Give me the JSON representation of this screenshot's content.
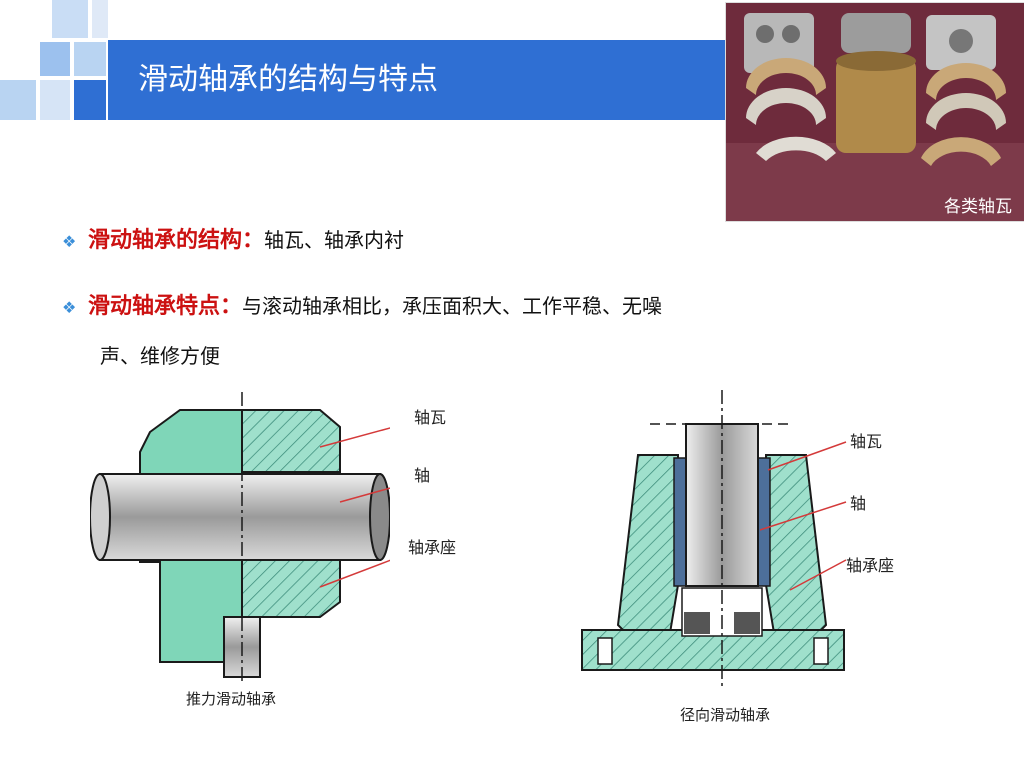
{
  "slide": {
    "title": "滑动轴承的结构与特点"
  },
  "photo": {
    "caption": "各类轴瓦"
  },
  "bullets": [
    {
      "label": "滑动轴承的结构：",
      "body": "轴瓦、轴承内衬",
      "continuation": ""
    },
    {
      "label": "滑动轴承特点：",
      "body": "与滚动轴承相比，承压面积大、工作平稳、无噪",
      "continuation": "声、维修方便"
    }
  ],
  "diagram_left": {
    "labels": {
      "bearing_shell": "轴瓦",
      "shaft": "轴",
      "housing": "轴承座"
    },
    "caption": "推力滑动轴承"
  },
  "diagram_right": {
    "labels": {
      "bearing_shell": "轴瓦",
      "shaft": "轴",
      "housing": "轴承座"
    },
    "caption": "径向滑动轴承"
  },
  "colors": {
    "title_bar": "#2f6fd3",
    "deco_light": "#b9d4f2",
    "deco_mid": "#8fb8ea",
    "bullet_label": "#cc1111",
    "bullet_mark": "#3b8fd9",
    "housing_fill": "#7fd6b8",
    "shaft_fill": "#bdbdbd"
  },
  "icons": {
    "bullet": "diamond-bullet-icon"
  }
}
